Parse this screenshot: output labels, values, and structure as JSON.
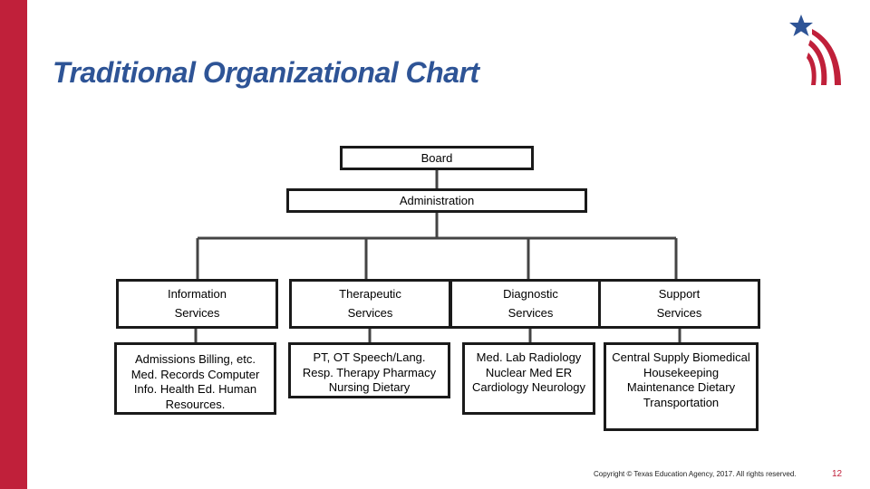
{
  "slide": {
    "title": "Traditional Organizational Chart",
    "footer": "Copyright © Texas Education Agency, 2017. All rights reserved.",
    "page_number": "12",
    "accent_color": "#c0203a",
    "title_color": "#2e5496",
    "logo_icon": "star-stripes-logo-icon"
  },
  "org": {
    "board": "Board",
    "administration": "Administration",
    "services": [
      {
        "name": "Information",
        "suffix": "Services",
        "details": "Admissions Billing, etc. Med. Records Computer Info. Health Ed. Human Resources."
      },
      {
        "name": "Therapeutic",
        "suffix": "Services",
        "details": "PT, OT Speech/Lang. Resp. Therapy Pharmacy Nursing Dietary"
      },
      {
        "name": "Diagnostic",
        "suffix": "Services",
        "details": "Med. Lab Radiology Nuclear Med ER Cardiology Neurology"
      },
      {
        "name": "Support",
        "suffix": "Services",
        "details": "Central Supply Biomedical Housekeeping Maintenance Dietary Transportation"
      }
    ]
  }
}
